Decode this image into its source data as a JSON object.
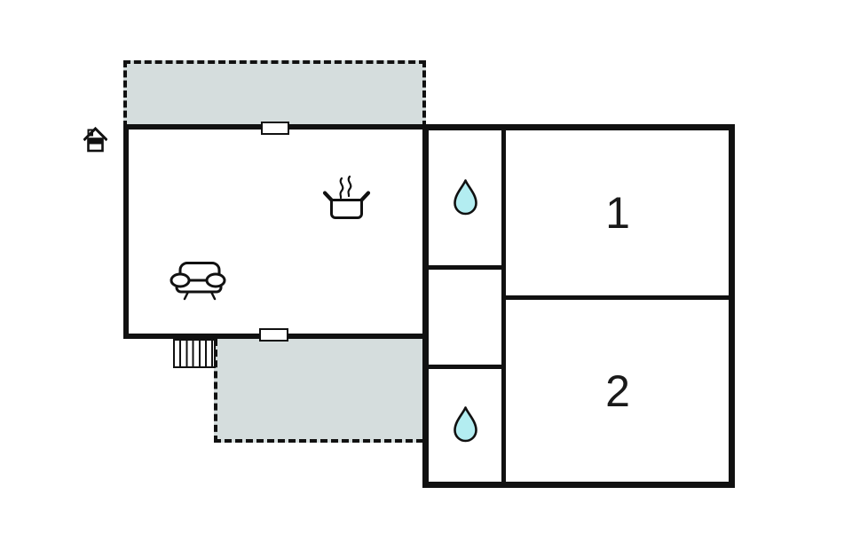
{
  "floor_plan": {
    "rooms": {
      "bedroom_1": {
        "label": "1"
      },
      "bedroom_2": {
        "label": "2"
      },
      "bathroom_1": {
        "icon": "water-drop-icon"
      },
      "bathroom_2": {
        "icon": "water-drop-icon"
      },
      "living_kitchen_room": {
        "icons": [
          "sofa-icon",
          "cooking-pot-icon"
        ]
      },
      "top_terrace": {
        "type": "dashed-outdoor-area"
      },
      "bottom_terrace": {
        "type": "dashed-outdoor-area"
      }
    },
    "markers": {
      "entrance_marker": "house-icon",
      "stairs": "exterior-steps"
    },
    "colors": {
      "wall": "#111111",
      "terrace_fill": "#d5dddd",
      "water_drop_fill": "#b3edf1",
      "background": "#ffffff"
    }
  }
}
